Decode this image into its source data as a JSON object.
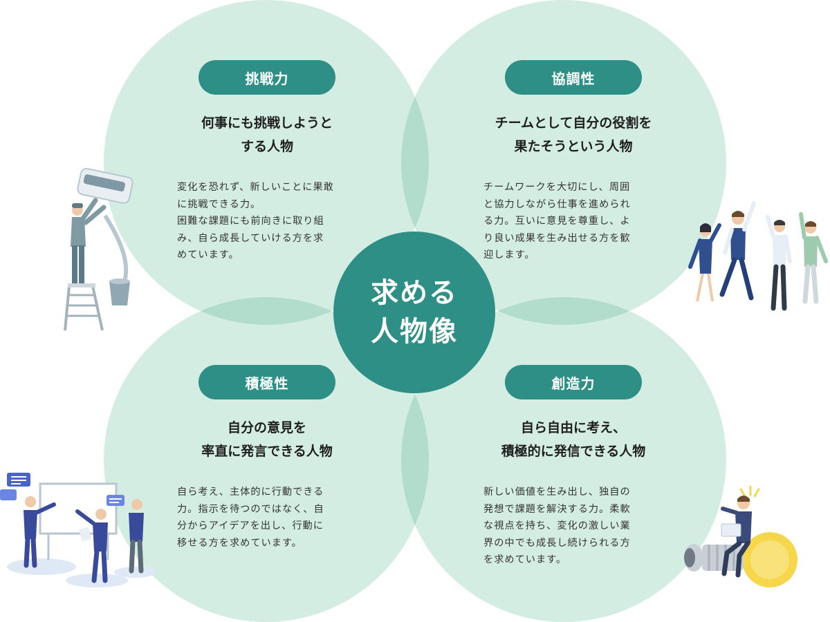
{
  "center": {
    "line1": "求める",
    "line2": "人物像"
  },
  "quadrants": [
    {
      "key": "challenge",
      "label": "挑戦力",
      "headline": [
        "何事にも挑戦しようと",
        "する人物"
      ],
      "body": [
        "変化を恐れず、新しいことに果敢",
        "に挑戦できる力。",
        "困難な課題にも前向きに取り組",
        "み、自ら成長していける方を求",
        "めています。"
      ]
    },
    {
      "key": "cooperation",
      "label": "協調性",
      "headline": [
        "チームとして自分の役割を",
        "果たそうという人物"
      ],
      "body": [
        "チームワークを大切にし、周囲",
        "と協力しながら仕事を進められ",
        "る力。互いに意見を尊重し、よ",
        "り良い成果を生み出せる方を歓",
        "迎します。"
      ]
    },
    {
      "key": "proactiveness",
      "label": "積極性",
      "headline": [
        "自分の意見を",
        "率直に発言できる人物"
      ],
      "body": [
        "自ら考え、主体的に行動できる",
        "力。指示を待つのではなく、自",
        "分からアイデアを出し、行動に",
        "移せる方を求めています。"
      ]
    },
    {
      "key": "creativity",
      "label": "創造力",
      "headline": [
        "自ら自由に考え、",
        "積極的に発信できる人物"
      ],
      "body": [
        "新しい価値を生み出し、独自の",
        "発想で課題を解決する力。柔軟",
        "な視点を持ち、変化の激しい業",
        "界の中でも成長し続けられる方",
        "を求めています。"
      ]
    }
  ],
  "colors": {
    "circle": "#d4ede3",
    "overlap": "#b2dccb",
    "accent": "#2e8f86",
    "text": "#1e1e1e"
  },
  "icons": [
    "ladder-worker-illustration",
    "cheering-team-illustration",
    "whiteboard-meeting-illustration",
    "lightbulb-laptop-illustration"
  ]
}
